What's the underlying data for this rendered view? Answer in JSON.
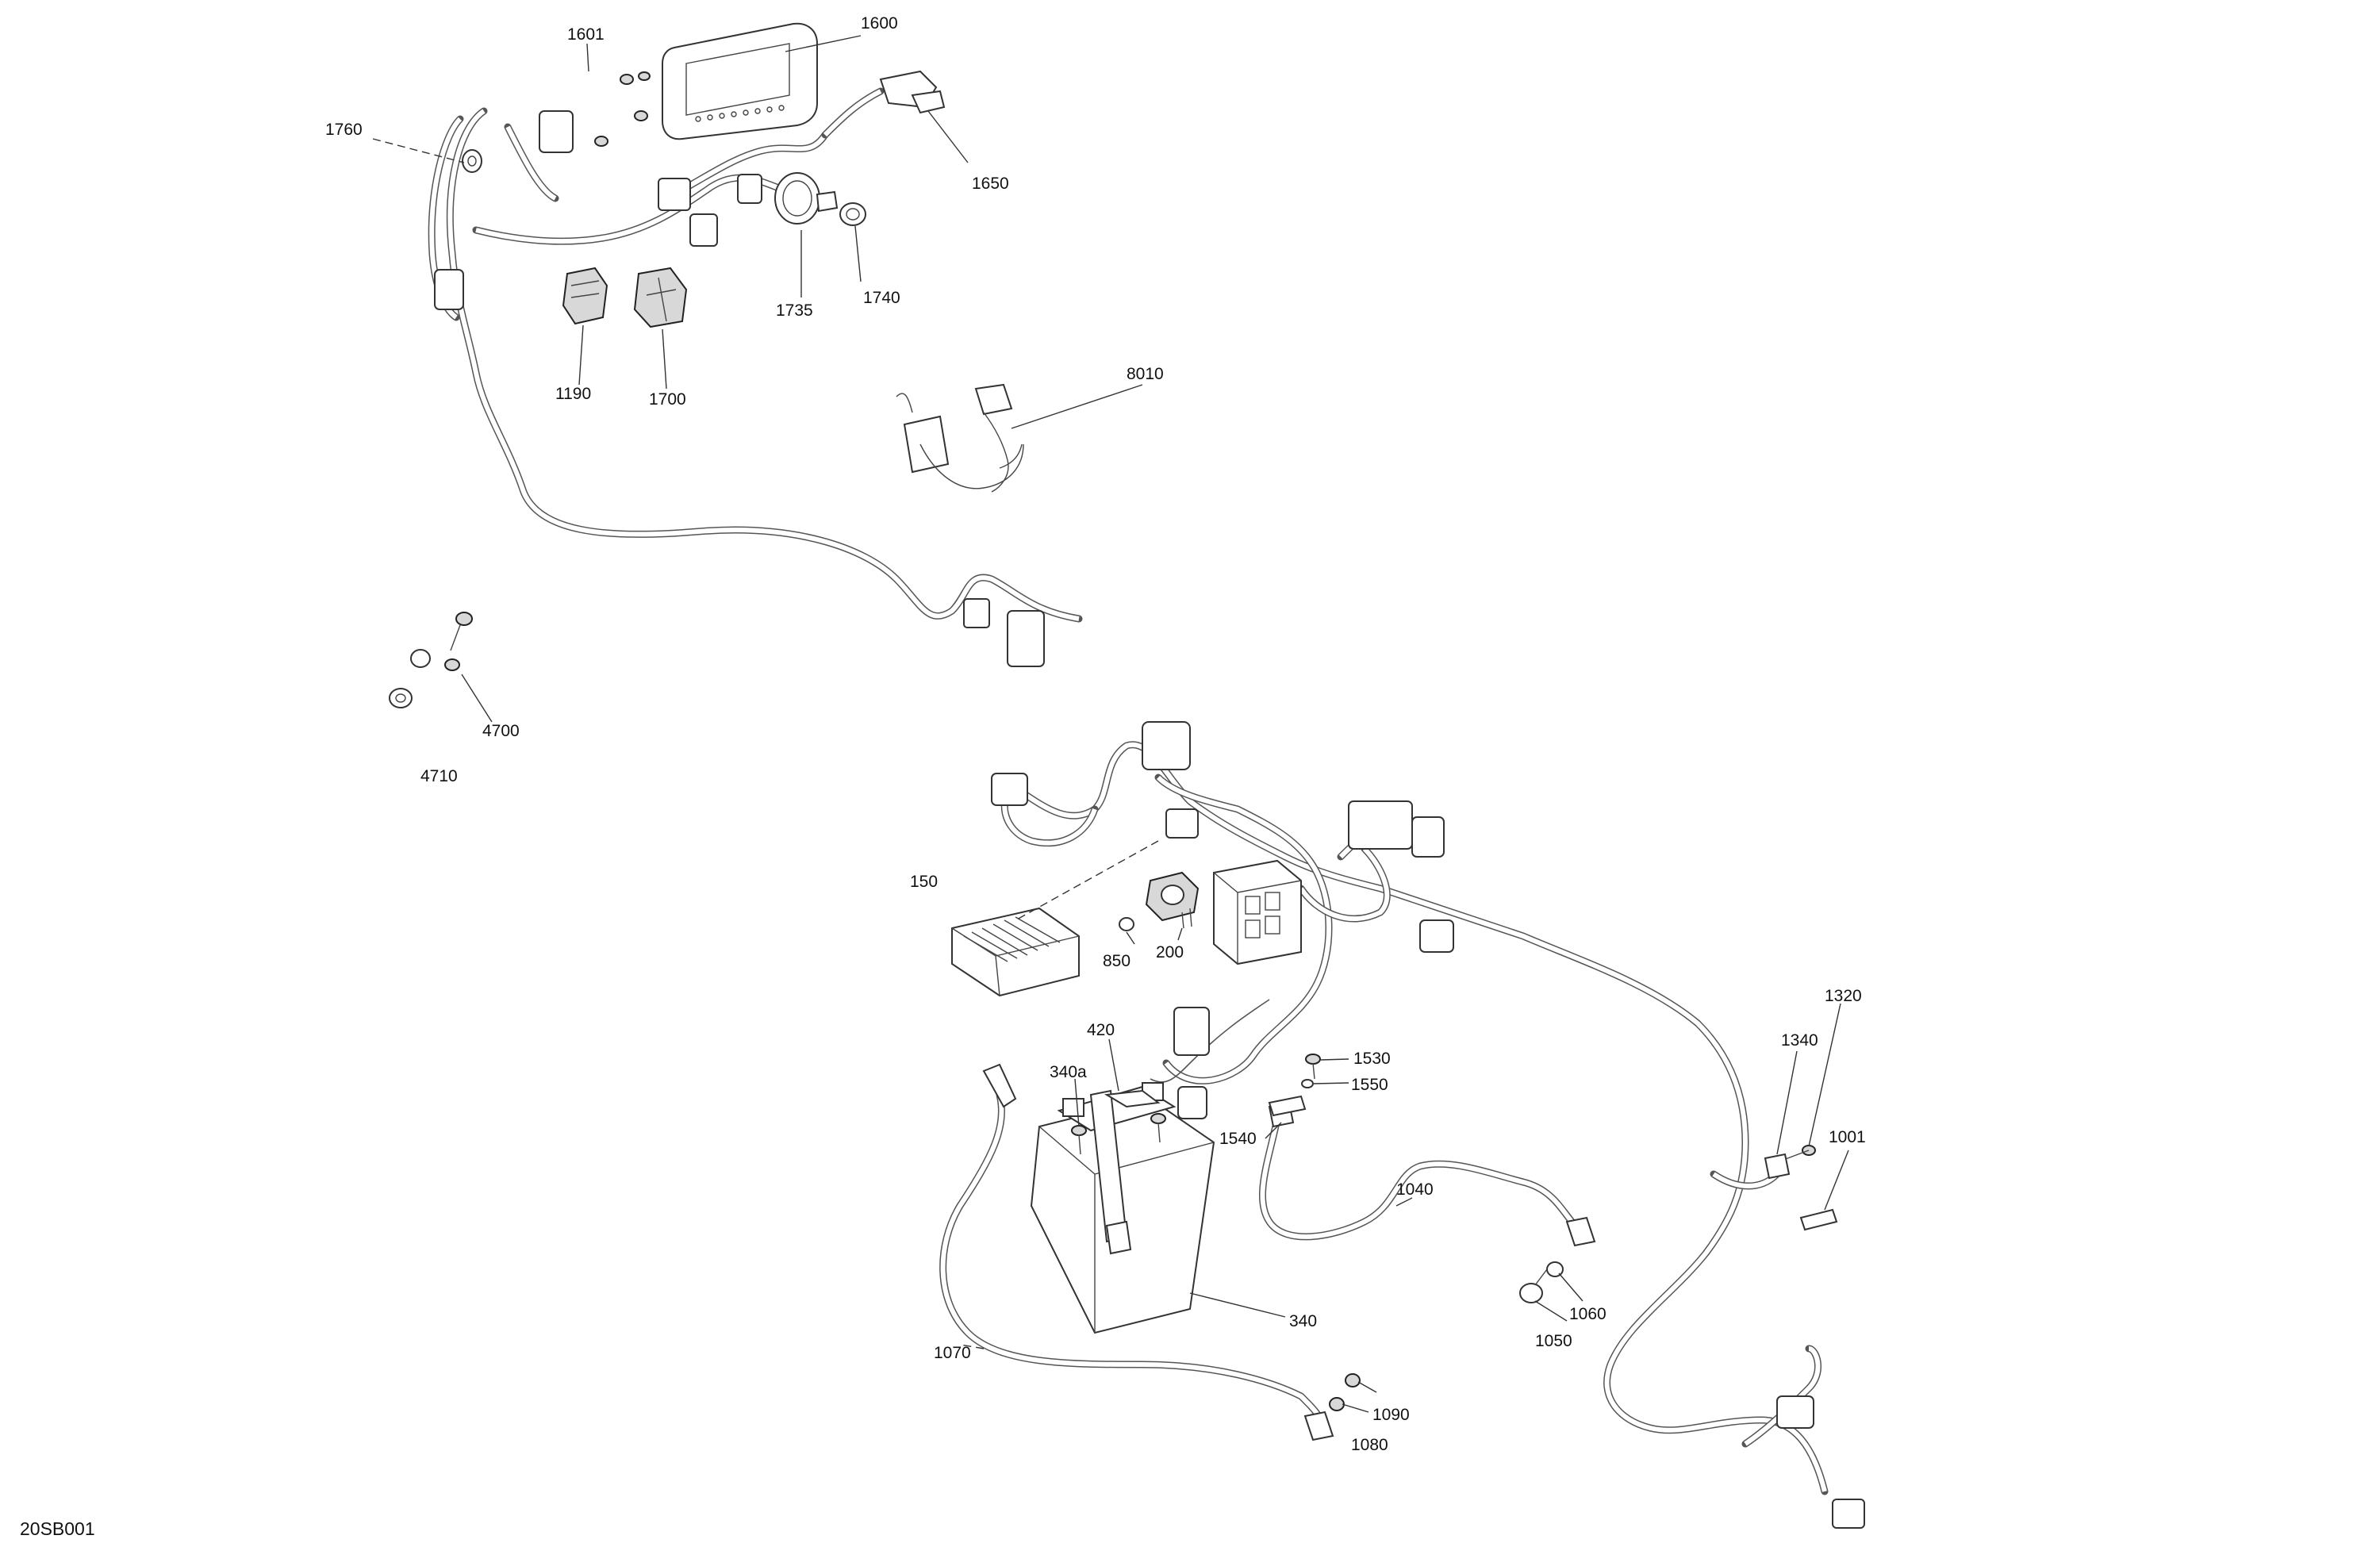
{
  "diagram": {
    "drawing_code": "20SB001",
    "callouts": [
      {
        "id": "1600",
        "text": "1600"
      },
      {
        "id": "1601",
        "text": "1601"
      },
      {
        "id": "1650",
        "text": "1650"
      },
      {
        "id": "1760",
        "text": "1760"
      },
      {
        "id": "1735",
        "text": "1735"
      },
      {
        "id": "1740",
        "text": "1740"
      },
      {
        "id": "1190",
        "text": "1190"
      },
      {
        "id": "1700",
        "text": "1700"
      },
      {
        "id": "8010",
        "text": "8010"
      },
      {
        "id": "4700",
        "text": "4700"
      },
      {
        "id": "4710",
        "text": "4710"
      },
      {
        "id": "150",
        "text": "150"
      },
      {
        "id": "850",
        "text": "850"
      },
      {
        "id": "200",
        "text": "200"
      },
      {
        "id": "420",
        "text": "420"
      },
      {
        "id": "340a",
        "text": "340a"
      },
      {
        "id": "1530",
        "text": "1530"
      },
      {
        "id": "1550",
        "text": "1550"
      },
      {
        "id": "1540",
        "text": "1540"
      },
      {
        "id": "1040",
        "text": "1040"
      },
      {
        "id": "340",
        "text": "340"
      },
      {
        "id": "1070",
        "text": "1070"
      },
      {
        "id": "1090",
        "text": "1090"
      },
      {
        "id": "1080",
        "text": "1080"
      },
      {
        "id": "1060",
        "text": "1060"
      },
      {
        "id": "1050",
        "text": "1050"
      },
      {
        "id": "1320",
        "text": "1320"
      },
      {
        "id": "1340",
        "text": "1340"
      },
      {
        "id": "1001",
        "text": "1001"
      }
    ]
  }
}
